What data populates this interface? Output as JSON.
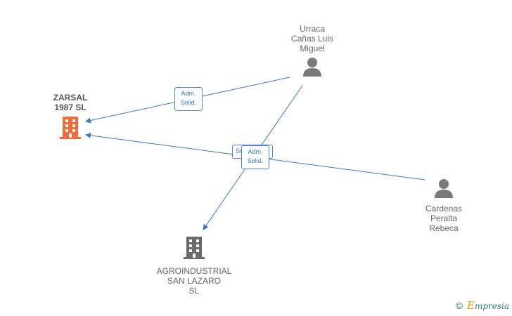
{
  "nodes": {
    "zarsal": {
      "label": "ZARSAL\n1987  SL",
      "type": "company",
      "color": "#f26b3a"
    },
    "agroindustrial": {
      "label": "AGROINDUSTRIAL\nSAN LAZARO\nSL",
      "type": "company",
      "color": "#6b6b6b"
    },
    "urraca": {
      "label": "Urraca\nCañas Luis\nMiguel",
      "type": "person",
      "color": "#7a7a7a"
    },
    "cardenas": {
      "label": "Cardenas\nPeralta\nRebeca",
      "type": "person",
      "color": "#7a7a7a"
    }
  },
  "edges": [
    {
      "from": "urraca",
      "to": "zarsal",
      "label": "Adm.\nSolid."
    },
    {
      "from": "cardenas",
      "to": "zarsal",
      "label": "Sol."
    },
    {
      "from": "urraca",
      "to": "agroindustrial",
      "label": "Adm.\nSolid."
    }
  ],
  "edge_color": "#3a78c9",
  "brand": {
    "copyright": "©",
    "e": "E",
    "name": "mpresia"
  }
}
